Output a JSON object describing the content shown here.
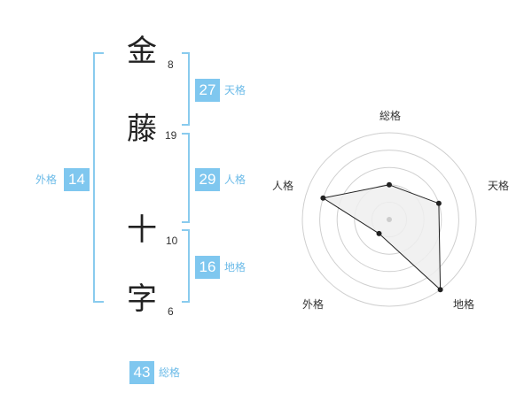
{
  "name": {
    "chars": [
      {
        "char": "金",
        "strokes": "8"
      },
      {
        "char": "藤",
        "strokes": "19"
      },
      {
        "char": "十",
        "strokes": "10"
      },
      {
        "char": "字",
        "strokes": "6"
      }
    ]
  },
  "fortunes": {
    "tenkaku": {
      "value": "27",
      "label": "天格"
    },
    "jinkaku": {
      "value": "29",
      "label": "人格"
    },
    "chikaku": {
      "value": "16",
      "label": "地格"
    },
    "gaikaku": {
      "value": "14",
      "label": "外格"
    },
    "soukaku": {
      "value": "43",
      "label": "総格"
    }
  },
  "chart_data": {
    "type": "radar",
    "axes": [
      "総格",
      "天格",
      "地格",
      "外格",
      "人格"
    ],
    "levels": 5,
    "values": [
      2,
      3,
      5,
      1,
      4
    ],
    "colors": {
      "fill": "#eeeeee",
      "line": "#222222",
      "ring": "#cfcfcf",
      "center": "#cccccc"
    }
  }
}
